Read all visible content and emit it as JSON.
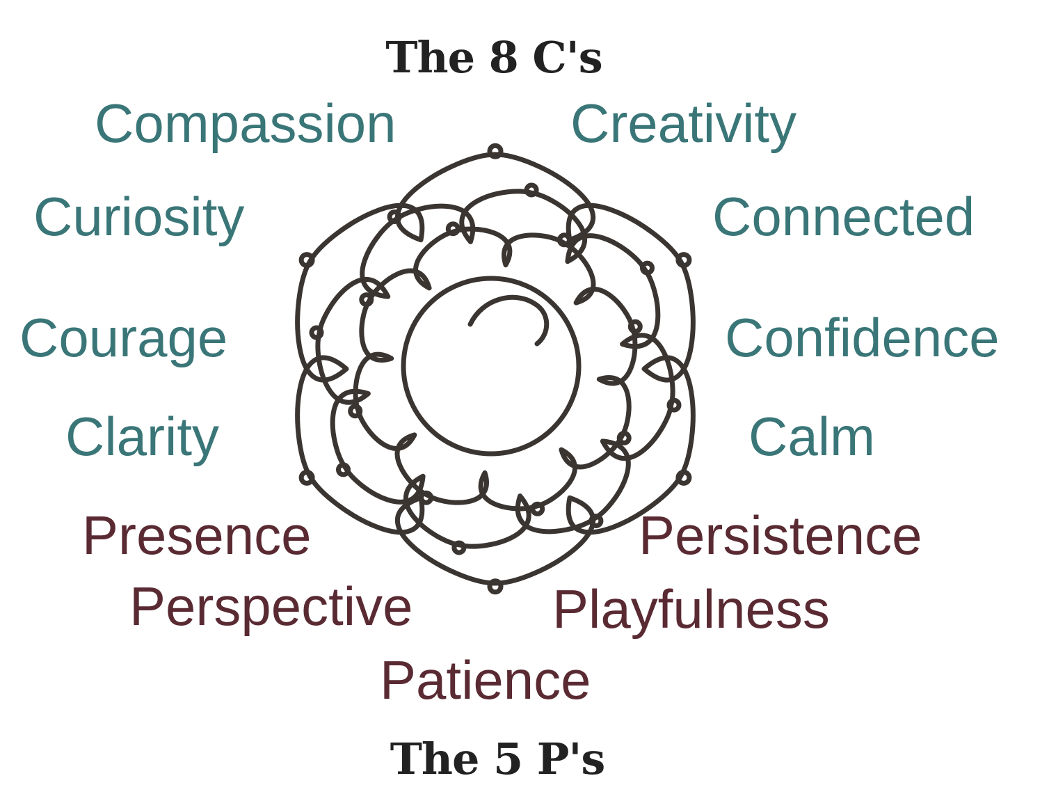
{
  "header": {
    "title": "The 8 C's"
  },
  "footer": {
    "title": "The 5 P's"
  },
  "colors": {
    "c_words": "#3a7678",
    "p_words": "#5a2a33",
    "heading": "#222222",
    "flower_stroke": "#3b3532"
  },
  "c_words": [
    "Compassion",
    "Creativity",
    "Curiosity",
    "Connected",
    "Courage",
    "Confidence",
    "Clarity",
    "Calm"
  ],
  "p_words": [
    "Presence",
    "Persistence",
    "Perspective",
    "Playfulness",
    "Patience"
  ],
  "icons": {
    "center": "lotus-flower-icon"
  }
}
